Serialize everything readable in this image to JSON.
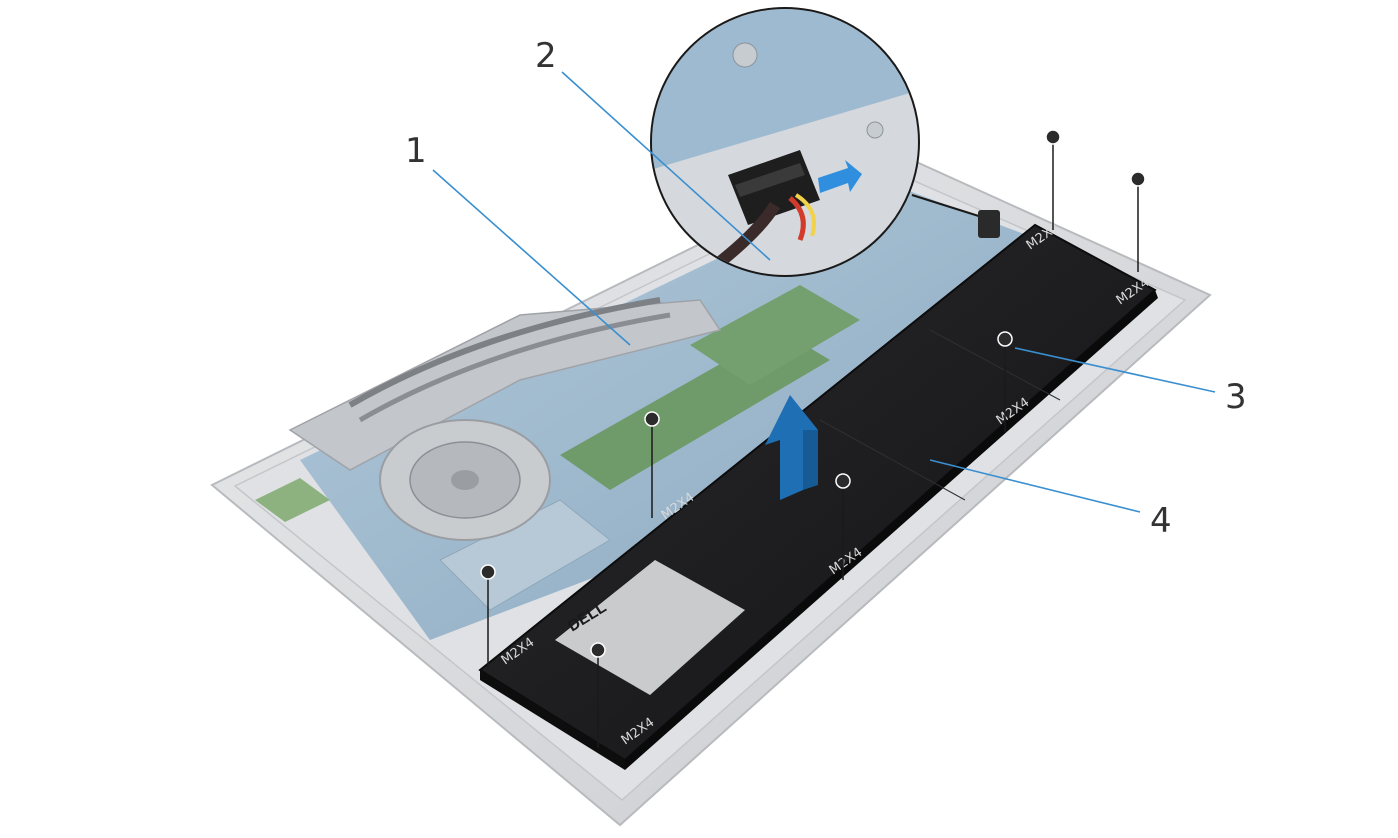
{
  "callouts": [
    {
      "number": "1",
      "part": "heat-sink"
    },
    {
      "number": "2",
      "part": "battery-cable"
    },
    {
      "number": "3",
      "part": "screw"
    },
    {
      "number": "4",
      "part": "battery"
    }
  ],
  "screw_label": "M2X4",
  "battery_brand": "DELL",
  "colors": {
    "leader_line": "#3a8fd0",
    "arrow": "#1f6fb5",
    "battery": "#1b1b1d",
    "chassis": "#d8dadd",
    "board": "#8fb0c8"
  }
}
